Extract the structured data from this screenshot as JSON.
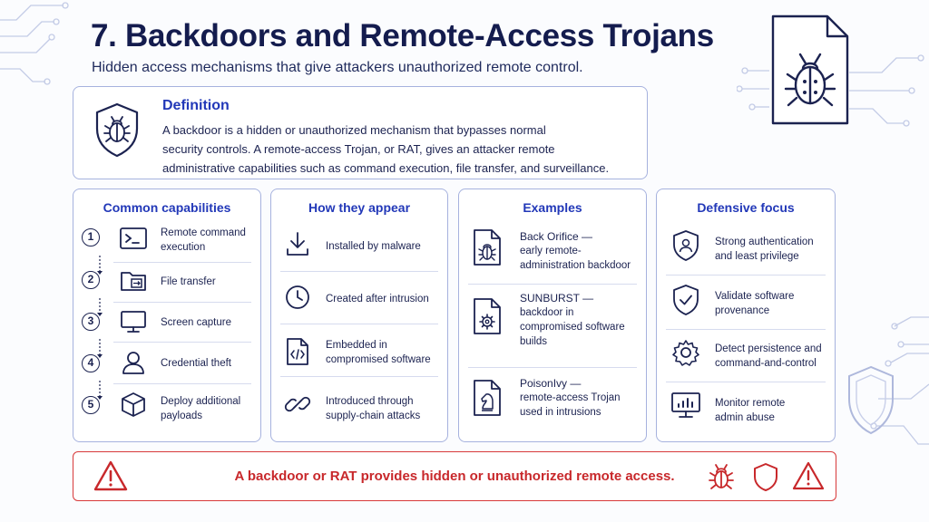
{
  "header": {
    "title": "7. Backdoors and Remote-Access Trojans",
    "subtitle": "Hidden access mechanisms that give attackers unauthorized remote control."
  },
  "definition": {
    "title": "Definition",
    "lines": [
      "A backdoor is a hidden or unauthorized mechanism that bypasses normal",
      "security controls. A remote-access Trojan, or RAT, gives an attacker remote",
      "administrative capabilities such as command execution, file transfer, and surveillance."
    ]
  },
  "capabilities": {
    "title": "Common capabilities",
    "items": [
      {
        "step": "1",
        "icon": "terminal-icon",
        "lines": [
          "Remote command",
          "execution"
        ]
      },
      {
        "step": "2",
        "icon": "folder-transfer-icon",
        "lines": [
          "File transfer"
        ]
      },
      {
        "step": "3",
        "icon": "monitor-icon",
        "lines": [
          "Screen capture"
        ]
      },
      {
        "step": "4",
        "icon": "user-icon",
        "lines": [
          "Credential theft"
        ]
      },
      {
        "step": "5",
        "icon": "package-icon",
        "lines": [
          "Deploy additional",
          "payloads"
        ]
      }
    ]
  },
  "appear": {
    "title": "How they appear",
    "items": [
      {
        "icon": "download-icon",
        "lines": [
          "Installed by malware"
        ]
      },
      {
        "icon": "clock-icon",
        "lines": [
          "Created after intrusion"
        ]
      },
      {
        "icon": "code-file-icon",
        "lines": [
          "Embedded in",
          "compromised software"
        ]
      },
      {
        "icon": "chain-link-icon",
        "lines": [
          "Introduced through",
          "supply-chain attacks"
        ]
      }
    ]
  },
  "examples": {
    "title": "Examples",
    "items": [
      {
        "icon": "bug-file-icon",
        "lines": [
          "Back Orifice —",
          "early remote-",
          "administration backdoor"
        ]
      },
      {
        "icon": "gear-file-icon",
        "lines": [
          "SUNBURST —",
          "backdoor in",
          "compromised software",
          "builds"
        ]
      },
      {
        "icon": "horse-file-icon",
        "lines": [
          "PoisonIvy —",
          "remote-access Trojan",
          "used in intrusions"
        ]
      }
    ]
  },
  "defense": {
    "title": "Defensive focus",
    "items": [
      {
        "icon": "shield-user-icon",
        "lines": [
          "Strong authentication",
          "and least privilege"
        ]
      },
      {
        "icon": "shield-check-icon",
        "lines": [
          "Validate software",
          "provenance"
        ]
      },
      {
        "icon": "gear-icon",
        "lines": [
          "Detect persistence and",
          "command-and-control"
        ]
      },
      {
        "icon": "monitor-chart-icon",
        "lines": [
          "Monitor remote",
          "admin abuse"
        ]
      }
    ]
  },
  "banner": {
    "text": "A backdoor or RAT provides hidden or unauthorized remote access."
  },
  "colors": {
    "navy": "#141c4e",
    "accent_blue": "#2238b8",
    "border": "#a6b2de",
    "alert_red": "#c8282b"
  }
}
